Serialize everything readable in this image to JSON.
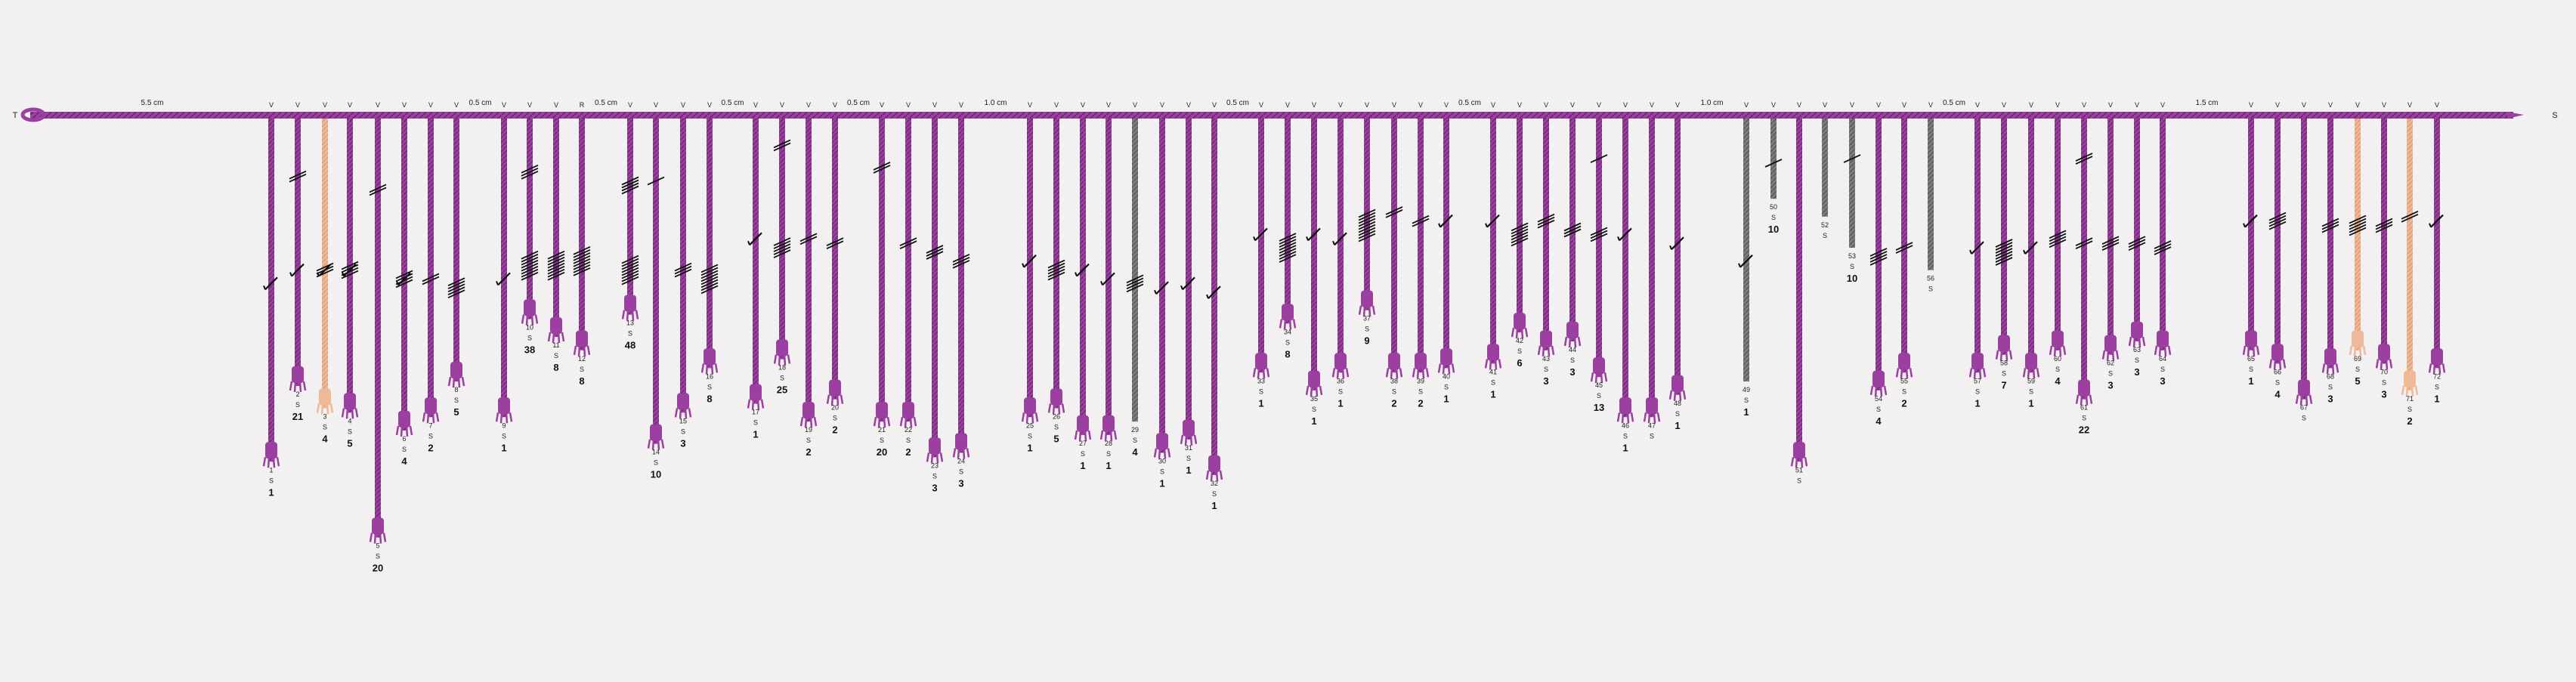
{
  "primary": {
    "start_label": "T",
    "end_label": "S",
    "color": "#9b3fa0"
  },
  "colors": {
    "purple": "#9b3fa0",
    "purple_dark": "#6e2c72",
    "orange": "#efb896",
    "gray": "#7d7d7d",
    "knot": "#111111"
  },
  "spacings": [
    {
      "after_cord": 0,
      "text": "5.5 cm"
    },
    {
      "after_cord": 8,
      "text": "0.5 cm"
    },
    {
      "after_cord": 12,
      "text": "0.5 cm"
    },
    {
      "after_cord": 16,
      "text": "0.5 cm"
    },
    {
      "after_cord": 20,
      "text": "0.5 cm"
    },
    {
      "after_cord": 24,
      "text": "1.0 cm"
    },
    {
      "after_cord": 32,
      "text": "0.5 cm"
    },
    {
      "after_cord": 40,
      "text": "0.5 cm"
    },
    {
      "after_cord": 48,
      "text": "1.0 cm"
    },
    {
      "after_cord": 56,
      "text": "0.5 cm"
    },
    {
      "after_cord": 64,
      "text": "1.5 cm"
    }
  ],
  "cords": [
    {
      "n": "1",
      "att": "V",
      "color": "purple",
      "len": 0.77,
      "sum": "1",
      "knots": [
        {
          "t": "L",
          "p": 0.37
        }
      ]
    },
    {
      "n": "2",
      "att": "V",
      "color": "purple",
      "len": 0.6,
      "sum": "21",
      "knots": [
        {
          "t": "S",
          "c": 2,
          "p": 0.13
        },
        {
          "t": "L",
          "p": 0.34
        }
      ]
    },
    {
      "n": "3",
      "att": "V",
      "color": "orange",
      "len": 0.65,
      "sum": "4",
      "knots": [
        {
          "t": "L",
          "p": 0.34
        },
        {
          "t": "S",
          "c": 3,
          "p": 0.34
        }
      ]
    },
    {
      "n": "4",
      "att": "V",
      "color": "purple",
      "len": 0.66,
      "sum": "5",
      "knots": [
        {
          "t": "L",
          "p": 0.34
        },
        {
          "t": "S",
          "c": 4,
          "p": 0.34
        }
      ]
    },
    {
      "n": "5",
      "att": "V",
      "color": "purple",
      "len": 0.94,
      "sum": "20",
      "knots": [
        {
          "t": "S",
          "c": 2,
          "p": 0.16
        }
      ]
    },
    {
      "n": "6",
      "att": "V",
      "color": "purple",
      "len": 0.7,
      "sum": "4",
      "knots": [
        {
          "t": "L",
          "p": 0.36
        },
        {
          "t": "S",
          "c": 4,
          "p": 0.36
        }
      ]
    },
    {
      "n": "7",
      "att": "V",
      "color": "purple",
      "len": 0.67,
      "sum": "2",
      "knots": [
        {
          "t": "S",
          "c": 2,
          "p": 0.36
        }
      ]
    },
    {
      "n": "8",
      "att": "V",
      "color": "purple",
      "len": 0.59,
      "sum": "5",
      "knots": [
        {
          "t": "S",
          "c": 5,
          "p": 0.38
        }
      ]
    },
    {
      "n": "9",
      "att": "V",
      "color": "purple",
      "len": 0.67,
      "sum": "1",
      "knots": [
        {
          "t": "L",
          "p": 0.36
        }
      ]
    },
    {
      "n": "10",
      "att": "V",
      "color": "purple",
      "len": 0.45,
      "sum": "38",
      "knots": [
        {
          "t": "S",
          "c": 3,
          "p": 0.12
        },
        {
          "t": "S",
          "c": 8,
          "p": 0.33
        }
      ]
    },
    {
      "n": "11",
      "att": "V",
      "color": "purple",
      "len": 0.49,
      "sum": "8",
      "knots": [
        {
          "t": "S",
          "c": 8,
          "p": 0.33
        }
      ]
    },
    {
      "n": "12",
      "att": "R",
      "color": "purple",
      "len": 0.52,
      "sum": "8",
      "knots": [
        {
          "t": "S",
          "c": 8,
          "p": 0.32
        }
      ]
    },
    {
      "n": "13",
      "att": "V",
      "color": "purple",
      "len": 0.44,
      "sum": "48",
      "knots": [
        {
          "t": "S",
          "c": 4,
          "p": 0.15
        },
        {
          "t": "S",
          "c": 8,
          "p": 0.34
        }
      ]
    },
    {
      "n": "14",
      "att": "V",
      "color": "purple",
      "len": 0.73,
      "sum": "10",
      "knots": [
        {
          "t": "S",
          "c": 1,
          "p": 0.14
        }
      ]
    },
    {
      "n": "15",
      "att": "V",
      "color": "purple",
      "len": 0.66,
      "sum": "3",
      "knots": [
        {
          "t": "S",
          "c": 3,
          "p": 0.34
        }
      ]
    },
    {
      "n": "16",
      "att": "V",
      "color": "purple",
      "len": 0.56,
      "sum": "8",
      "knots": [
        {
          "t": "S",
          "c": 8,
          "p": 0.36
        }
      ]
    },
    {
      "n": "17",
      "att": "V",
      "color": "purple",
      "len": 0.64,
      "sum": "1",
      "knots": [
        {
          "t": "L",
          "p": 0.27
        }
      ]
    },
    {
      "n": "18",
      "att": "V",
      "color": "purple",
      "len": 0.54,
      "sum": "25",
      "knots": [
        {
          "t": "S",
          "c": 2,
          "p": 0.06
        },
        {
          "t": "S",
          "c": 5,
          "p": 0.29
        }
      ]
    },
    {
      "n": "19",
      "att": "V",
      "color": "purple",
      "len": 0.68,
      "sum": "2",
      "knots": [
        {
          "t": "S",
          "c": 2,
          "p": 0.27
        }
      ]
    },
    {
      "n": "20",
      "att": "V",
      "color": "purple",
      "len": 0.63,
      "sum": "2",
      "knots": [
        {
          "t": "S",
          "c": 2,
          "p": 0.28
        }
      ]
    },
    {
      "n": "21",
      "att": "V",
      "color": "purple",
      "len": 0.68,
      "sum": "20",
      "knots": [
        {
          "t": "S",
          "c": 2,
          "p": 0.11
        }
      ]
    },
    {
      "n": "22",
      "att": "V",
      "color": "purple",
      "len": 0.68,
      "sum": "2",
      "knots": [
        {
          "t": "S",
          "c": 2,
          "p": 0.28
        }
      ]
    },
    {
      "n": "23",
      "att": "V",
      "color": "purple",
      "len": 0.76,
      "sum": "3",
      "knots": [
        {
          "t": "S",
          "c": 3,
          "p": 0.3
        }
      ]
    },
    {
      "n": "24",
      "att": "V",
      "color": "purple",
      "len": 0.75,
      "sum": "3",
      "knots": [
        {
          "t": "S",
          "c": 3,
          "p": 0.32
        }
      ]
    },
    {
      "n": "25",
      "att": "V",
      "color": "purple",
      "len": 0.67,
      "sum": "1",
      "knots": [
        {
          "t": "L",
          "p": 0.32
        }
      ]
    },
    {
      "n": "26",
      "att": "V",
      "color": "purple",
      "len": 0.65,
      "sum": "5",
      "knots": [
        {
          "t": "S",
          "c": 5,
          "p": 0.34
        }
      ]
    },
    {
      "n": "27",
      "att": "V",
      "color": "purple",
      "len": 0.71,
      "sum": "1",
      "knots": [
        {
          "t": "L",
          "p": 0.34
        }
      ]
    },
    {
      "n": "28",
      "att": "V",
      "color": "purple",
      "len": 0.71,
      "sum": "1",
      "knots": [
        {
          "t": "L",
          "p": 0.36
        }
      ]
    },
    {
      "n": "29",
      "att": "V",
      "color": "gray",
      "len": 0.68,
      "sum": "4",
      "knots": [
        {
          "t": "S",
          "c": 4,
          "p": 0.37
        }
      ]
    },
    {
      "n": "30",
      "att": "V",
      "color": "purple",
      "len": 0.75,
      "sum": "1",
      "knots": [
        {
          "t": "L",
          "p": 0.38
        }
      ]
    },
    {
      "n": "31",
      "att": "V",
      "color": "purple",
      "len": 0.72,
      "sum": "1",
      "knots": [
        {
          "t": "L",
          "p": 0.37
        }
      ]
    },
    {
      "n": "32",
      "att": "V",
      "color": "purple",
      "len": 0.8,
      "sum": "1",
      "knots": [
        {
          "t": "L",
          "p": 0.39
        }
      ]
    },
    {
      "n": "33",
      "att": "V",
      "color": "purple",
      "len": 0.57,
      "sum": "1",
      "knots": [
        {
          "t": "L",
          "p": 0.26
        }
      ]
    },
    {
      "n": "34",
      "att": "V",
      "color": "purple",
      "len": 0.46,
      "sum": "8",
      "knots": [
        {
          "t": "S",
          "c": 8,
          "p": 0.29
        }
      ]
    },
    {
      "n": "35",
      "att": "V",
      "color": "purple",
      "len": 0.61,
      "sum": "1",
      "knots": [
        {
          "t": "L",
          "p": 0.26
        }
      ]
    },
    {
      "n": "36",
      "att": "V",
      "color": "purple",
      "len": 0.57,
      "sum": "1",
      "knots": [
        {
          "t": "L",
          "p": 0.27
        }
      ]
    },
    {
      "n": "37",
      "att": "V",
      "color": "purple",
      "len": 0.43,
      "sum": "9",
      "knots": [
        {
          "t": "S",
          "c": 9,
          "p": 0.24
        }
      ]
    },
    {
      "n": "38",
      "att": "V",
      "color": "purple",
      "len": 0.57,
      "sum": "2",
      "knots": [
        {
          "t": "S",
          "c": 2,
          "p": 0.21
        }
      ]
    },
    {
      "n": "39",
      "att": "V",
      "color": "purple",
      "len": 0.57,
      "sum": "2",
      "knots": [
        {
          "t": "S",
          "c": 2,
          "p": 0.23
        }
      ]
    },
    {
      "n": "40",
      "att": "V",
      "color": "purple",
      "len": 0.56,
      "sum": "1",
      "knots": [
        {
          "t": "L",
          "p": 0.23
        }
      ]
    },
    {
      "n": "41",
      "att": "V",
      "color": "purple",
      "len": 0.55,
      "sum": "1",
      "knots": [
        {
          "t": "L",
          "p": 0.23
        }
      ]
    },
    {
      "n": "42",
      "att": "V",
      "color": "purple",
      "len": 0.48,
      "sum": "6",
      "knots": [
        {
          "t": "S",
          "c": 6,
          "p": 0.26
        }
      ]
    },
    {
      "n": "43",
      "att": "V",
      "color": "purple",
      "len": 0.52,
      "sum": "3",
      "knots": [
        {
          "t": "S",
          "c": 3,
          "p": 0.23
        }
      ]
    },
    {
      "n": "44",
      "att": "V",
      "color": "purple",
      "len": 0.5,
      "sum": "3",
      "knots": [
        {
          "t": "S",
          "c": 3,
          "p": 0.25
        }
      ]
    },
    {
      "n": "45",
      "att": "V",
      "color": "purple",
      "len": 0.58,
      "sum": "13",
      "knots": [
        {
          "t": "S",
          "c": 1,
          "p": 0.09
        },
        {
          "t": "S",
          "c": 3,
          "p": 0.26
        }
      ]
    },
    {
      "n": "46",
      "att": "V",
      "color": "purple",
      "len": 0.67,
      "sum": "1",
      "knots": [
        {
          "t": "L",
          "p": 0.26
        }
      ]
    },
    {
      "n": "47",
      "att": "V",
      "color": "purple",
      "len": 0.67,
      "sum": "",
      "knots": []
    },
    {
      "n": "48",
      "att": "V",
      "color": "purple",
      "len": 0.62,
      "sum": "1",
      "knots": [
        {
          "t": "L",
          "p": 0.28
        }
      ]
    },
    {
      "n": "49",
      "att": "V",
      "color": "gray",
      "len": 0.59,
      "sum": "1",
      "knots": [
        {
          "t": "L",
          "p": 0.32
        }
      ]
    },
    {
      "n": "50",
      "att": "V",
      "color": "gray",
      "len": 0.18,
      "sum": "10",
      "knots": [
        {
          "t": "S",
          "c": 1,
          "p": 0.1
        }
      ]
    },
    {
      "n": "51",
      "att": "V",
      "color": "purple",
      "len": 0.77,
      "sum": "",
      "knots": []
    },
    {
      "n": "52",
      "att": "V",
      "color": "gray",
      "len": 0.22,
      "sum": "",
      "knots": []
    },
    {
      "n": "53",
      "att": "V",
      "color": "gray",
      "len": 0.29,
      "sum": "10",
      "knots": [
        {
          "t": "S",
          "c": 1,
          "p": 0.09
        }
      ]
    },
    {
      "n": "54",
      "att": "V",
      "color": "purple",
      "len": 0.61,
      "sum": "4",
      "knots": [
        {
          "t": "S",
          "c": 4,
          "p": 0.31
        }
      ]
    },
    {
      "n": "55",
      "att": "V",
      "color": "purple",
      "len": 0.57,
      "sum": "2",
      "knots": [
        {
          "t": "S",
          "c": 2,
          "p": 0.29
        }
      ]
    },
    {
      "n": "56",
      "att": "V",
      "color": "gray",
      "len": 0.34,
      "sum": "",
      "knots": []
    },
    {
      "n": "57",
      "att": "V",
      "color": "purple",
      "len": 0.57,
      "sum": "1",
      "knots": [
        {
          "t": "L",
          "p": 0.29
        }
      ]
    },
    {
      "n": "58",
      "att": "V",
      "color": "purple",
      "len": 0.53,
      "sum": "7",
      "knots": [
        {
          "t": "S",
          "c": 7,
          "p": 0.3
        }
      ]
    },
    {
      "n": "59",
      "att": "V",
      "color": "purple",
      "len": 0.57,
      "sum": "1",
      "knots": [
        {
          "t": "L",
          "p": 0.29
        }
      ]
    },
    {
      "n": "60",
      "att": "V",
      "color": "purple",
      "len": 0.52,
      "sum": "4",
      "knots": [
        {
          "t": "S",
          "c": 4,
          "p": 0.27
        }
      ]
    },
    {
      "n": "61",
      "att": "V",
      "color": "purple",
      "len": 0.63,
      "sum": "22",
      "knots": [
        {
          "t": "S",
          "c": 2,
          "p": 0.09
        },
        {
          "t": "S",
          "c": 2,
          "p": 0.28
        }
      ]
    },
    {
      "n": "62",
      "att": "V",
      "color": "purple",
      "len": 0.53,
      "sum": "3",
      "knots": [
        {
          "t": "S",
          "c": 3,
          "p": 0.28
        }
      ]
    },
    {
      "n": "63",
      "att": "V",
      "color": "purple",
      "len": 0.5,
      "sum": "3",
      "knots": [
        {
          "t": "S",
          "c": 3,
          "p": 0.28
        }
      ]
    },
    {
      "n": "64",
      "att": "V",
      "color": "purple",
      "len": 0.52,
      "sum": "3",
      "knots": [
        {
          "t": "S",
          "c": 3,
          "p": 0.29
        }
      ]
    },
    {
      "n": "65",
      "att": "V",
      "color": "purple",
      "len": 0.52,
      "sum": "1",
      "knots": [
        {
          "t": "L",
          "p": 0.23
        }
      ]
    },
    {
      "n": "66",
      "att": "V",
      "color": "purple",
      "len": 0.55,
      "sum": "4",
      "knots": [
        {
          "t": "S",
          "c": 4,
          "p": 0.23
        }
      ]
    },
    {
      "n": "67",
      "att": "V",
      "color": "purple",
      "len": 0.63,
      "sum": "",
      "knots": []
    },
    {
      "n": "68",
      "att": "V",
      "color": "purple",
      "len": 0.56,
      "sum": "3",
      "knots": [
        {
          "t": "S",
          "c": 3,
          "p": 0.24
        }
      ]
    },
    {
      "n": "69",
      "att": "V",
      "color": "orange",
      "len": 0.52,
      "sum": "5",
      "knots": [
        {
          "t": "S",
          "c": 5,
          "p": 0.24
        }
      ]
    },
    {
      "n": "70",
      "att": "V",
      "color": "purple",
      "len": 0.55,
      "sum": "3",
      "knots": [
        {
          "t": "S",
          "c": 3,
          "p": 0.24
        }
      ]
    },
    {
      "n": "71",
      "att": "V",
      "color": "orange",
      "len": 0.61,
      "sum": "2",
      "knots": [
        {
          "t": "S",
          "c": 2,
          "p": 0.22
        }
      ]
    },
    {
      "n": "72",
      "att": "V",
      "color": "purple",
      "len": 0.56,
      "sum": "1",
      "knots": [
        {
          "t": "L",
          "p": 0.23
        }
      ]
    }
  ]
}
